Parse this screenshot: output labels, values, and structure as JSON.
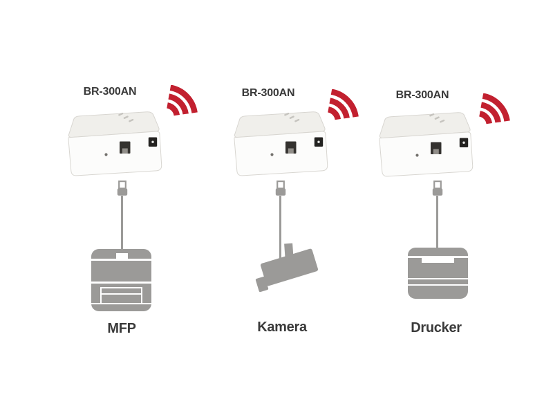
{
  "background_color": "#ffffff",
  "columns": [
    {
      "adapter_label": "BR-300AN",
      "device_label": "MFP",
      "device_icon": "mfp-silhouette-icon"
    },
    {
      "adapter_label": "BR-300AN",
      "device_label": "Kamera",
      "device_icon": "camera-silhouette-icon"
    },
    {
      "adapter_label": "BR-300AN",
      "device_label": "Drucker",
      "device_icon": "printer-silhouette-icon"
    }
  ],
  "icons": {
    "adapter": "br300an-adapter-photo",
    "wireless": "wifi-signal-icon",
    "connection": "usb-cable-icon"
  },
  "colors": {
    "background": "#ffffff",
    "wifi_signal_red": "#c2202f",
    "silhouette_gray": "#9b9a98",
    "label_text": "#3a3a3a",
    "device_top": "#f0efeb",
    "device_front": "#fcfcfb",
    "device_edge": "#d8d6d1",
    "port_dark": "#34322f",
    "jack_dark": "#232220"
  }
}
